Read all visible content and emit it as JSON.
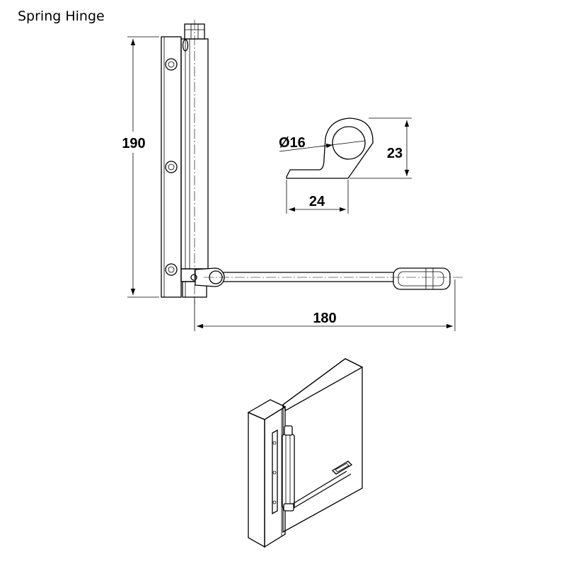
{
  "title": "Spring Hinge",
  "dimensions": {
    "height": "190",
    "arm_length": "180",
    "eye_diameter": "Ø16",
    "eye_height": "23",
    "eye_width": "24"
  }
}
